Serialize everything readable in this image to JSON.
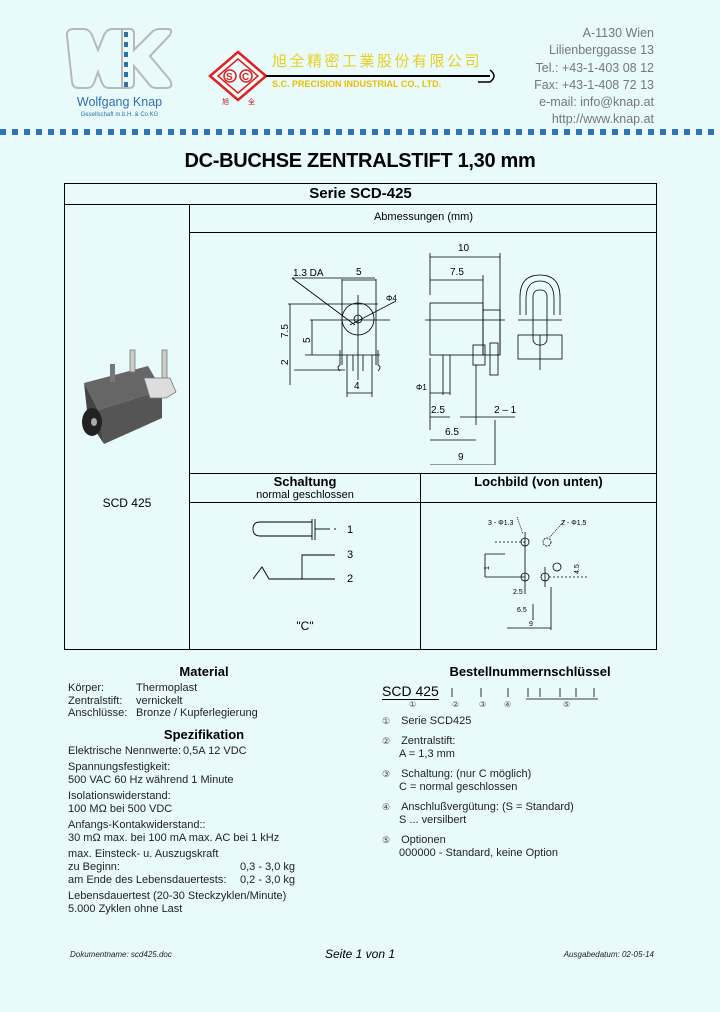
{
  "header": {
    "company_left": {
      "logo_letters": "WK",
      "name": "Wolfgang Knap",
      "subtitle": "Gesellschaft m.b.H. & Co.KG",
      "brand_color": "#2f6fae"
    },
    "company_center": {
      "logo_letters": "SC",
      "chinese_name": "旭全精密工業股份有限公司",
      "english_name": "S.C. PRECISION INDUSTRIAL CO., LTD.",
      "logo_red": "#e02020",
      "text_yellow": "#e8d020",
      "seal_chars": [
        "旭",
        "全"
      ]
    },
    "address": [
      "A-1130 Wien",
      "Lilienberggasse 13",
      "Tel.: +43-1-403 08 12",
      "Fax: +43-1-408 72 13",
      "e-mail: info@knap.at",
      "http://www.knap.at"
    ],
    "separator_color": "#2e75b6"
  },
  "document": {
    "title": "DC-BUCHSE ZENTRALSTIFT 1,30 mm",
    "series": "Serie SCD-425",
    "product_label": "SCD 425",
    "dimensions_header": "Abmessungen (mm)",
    "dimensions_labels": {
      "front": [
        "1.3 DA",
        "5",
        "Φ4",
        "7.5",
        "5",
        "2",
        "4"
      ],
      "side": [
        "10",
        "7.5",
        "Φ1",
        "2.5",
        "2 - 1",
        "6.5",
        "9"
      ]
    },
    "circuit": {
      "header": "Schaltung",
      "subheader": "normal geschlossen",
      "pins": [
        "1",
        "3",
        "2"
      ],
      "type_label": "\"C\""
    },
    "hole_pattern": {
      "header": "Lochbild (von unten)",
      "labels": [
        "3 - Φ1.3",
        "2 - Φ1.5",
        "1",
        "4.5",
        "2.5",
        "6.5",
        "9"
      ]
    }
  },
  "material": {
    "header": "Material",
    "rows": [
      {
        "label": "Körper:",
        "value": "Thermoplast"
      },
      {
        "label": "Zentralstift:",
        "value": "vernickelt"
      },
      {
        "label": "Anschlüsse:",
        "value": "Bronze / Kupferlegierung"
      }
    ]
  },
  "spec": {
    "header": "Spezifikation",
    "nennwerte_label": "Elektrische Nennwerte:",
    "nennwerte_value": "0,5A 12 VDC",
    "spannung_label": "Spannungsfestigkeit:",
    "spannung_value": "500 VAC 60 Hz während 1 Minute",
    "isolation_label": "Isolationswiderstand:",
    "isolation_value": "100 MΩ bei 500 VDC",
    "kontakt_label": "Anfangs-Kontakwiderstand::",
    "kontakt_value": "30 mΩ max. bei 100 mA max. AC bei 1 kHz",
    "kraft_label": "max. Einsteck- u. Auszugskraft",
    "beginn_label": "zu Beginn:",
    "beginn_value": "0,3 - 3,0 kg",
    "ende_label": "am Ende des Lebensdauertests:",
    "ende_value": "0,2 - 3,0 kg",
    "lebensdauer_label": "Lebensdauertest (20-30 Steckzyklen/Minute)",
    "lebensdauer_value": "5.000 Zyklen ohne Last"
  },
  "order_key": {
    "header": "Bestellnummernschlüssel",
    "code": "SCD 425",
    "position_markers": [
      "①",
      "②",
      "③",
      "④",
      "⑤"
    ],
    "items": [
      {
        "num": "①",
        "line1": "Serie SCD425",
        "line2": ""
      },
      {
        "num": "②",
        "line1": "Zentralstift:",
        "line2": "A = 1,3 mm"
      },
      {
        "num": "③",
        "line1": "Schaltung: (nur C möglich)",
        "line2": "C = normal geschlossen"
      },
      {
        "num": "④",
        "line1": "Anschlußvergütung: (S = Standard)",
        "line2": "S ... versilbert"
      },
      {
        "num": "⑤",
        "line1": "Optionen",
        "line2": "000000 - Standard, keine Option"
      }
    ]
  },
  "footer": {
    "doc_name": "Dokumentname: scd425.doc",
    "page": "Seite 1 von 1",
    "date": "Ausgabedatum: 02-05-14"
  }
}
